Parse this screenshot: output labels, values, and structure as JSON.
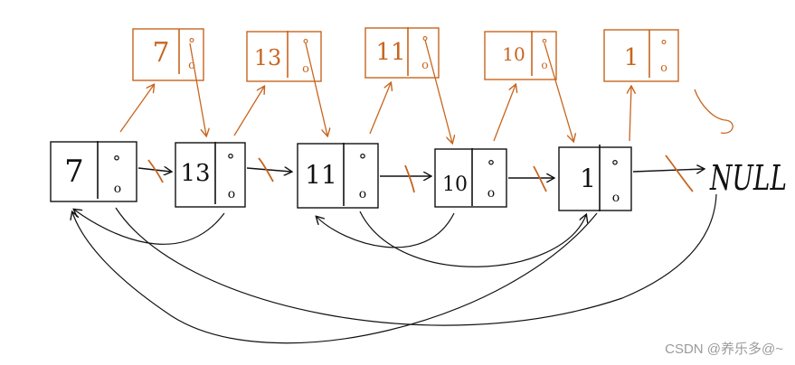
{
  "colors": {
    "ink": "#111111",
    "accent": "#c8651e",
    "watermark": "#9a9a9a"
  },
  "list_nodes": [
    {
      "value": "7",
      "ptr_top": "°",
      "ptr_bottom": "o"
    },
    {
      "value": "13",
      "ptr_top": "°",
      "ptr_bottom": "o"
    },
    {
      "value": "11",
      "ptr_top": "°",
      "ptr_bottom": "o"
    },
    {
      "value": "10",
      "ptr_top": "°",
      "ptr_bottom": "o"
    },
    {
      "value": "1",
      "ptr_top": "°",
      "ptr_bottom": "o"
    }
  ],
  "copy_nodes": [
    {
      "value": "7",
      "ptr_top": "°",
      "ptr_bottom": "o"
    },
    {
      "value": "13",
      "ptr_top": "°",
      "ptr_bottom": "o"
    },
    {
      "value": "11",
      "ptr_top": "°",
      "ptr_bottom": "o"
    },
    {
      "value": "10",
      "ptr_top": "°",
      "ptr_bottom": "o"
    },
    {
      "value": "1",
      "ptr_top": "°",
      "ptr_bottom": "o"
    }
  ],
  "null_label": "NULL",
  "watermark": "CSDN @养乐多@~"
}
